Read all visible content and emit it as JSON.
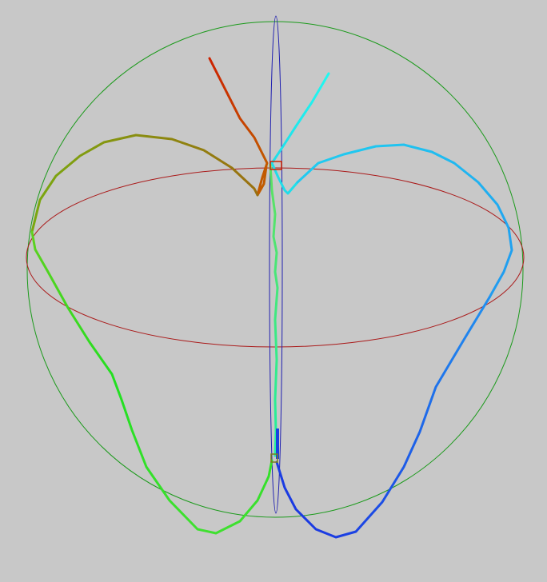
{
  "scene": {
    "background": "#c8c8c8",
    "guides": [
      {
        "id": "green-sphere-outline",
        "color": "#1a9a1a"
      },
      {
        "id": "red-equator-ring",
        "color": "#aa1a1a"
      },
      {
        "id": "blue-meridian-ring",
        "color": "#2020b0"
      }
    ],
    "curves": [
      {
        "id": "orange-red-branch",
        "color_start": "#cc2200",
        "color_end": "#c06000"
      },
      {
        "id": "olive-arc",
        "color_start": "#8a9a10",
        "color_end": "#9a7010"
      },
      {
        "id": "cyan-branch",
        "color_start": "#20f0f0",
        "color_end": "#20c0e8"
      },
      {
        "id": "sky-blue-arc",
        "color_start": "#20c8f0",
        "color_end": "#20a0f0"
      },
      {
        "id": "blue-arc",
        "color_start": "#2080f0",
        "color_end": "#1a40e0"
      },
      {
        "id": "green-arc",
        "color_start": "#20e020",
        "color_end": "#60e010"
      },
      {
        "id": "green-vertical-spine",
        "color_start": "#60e040",
        "color_end": "#20f090"
      }
    ]
  }
}
